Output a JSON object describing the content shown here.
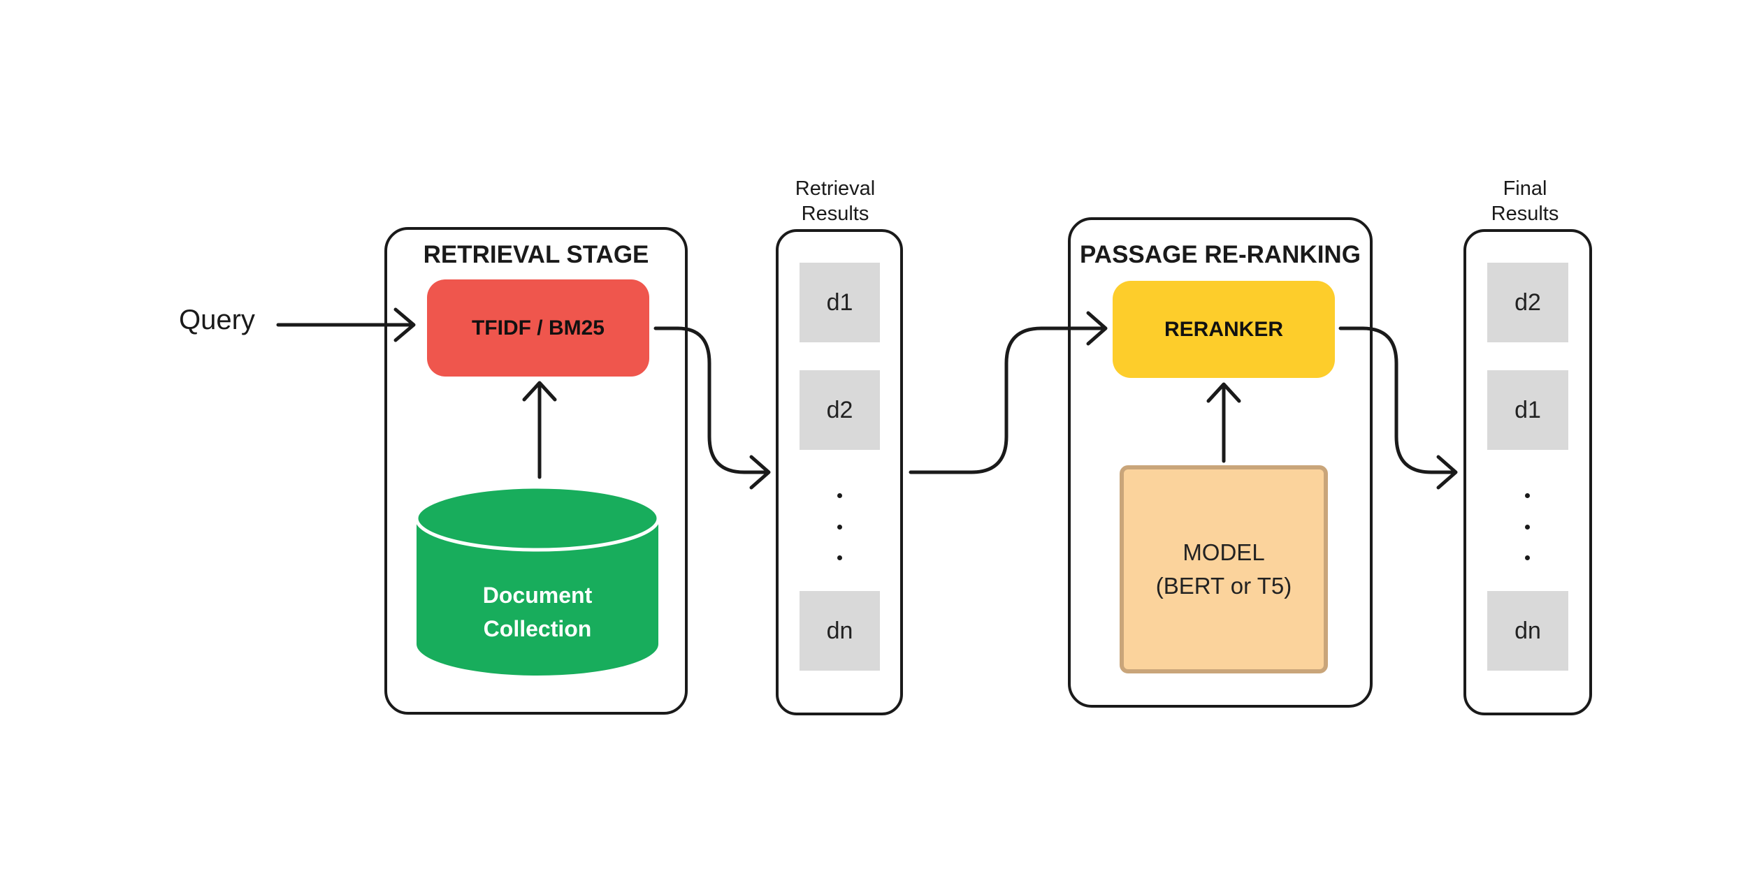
{
  "query_label": "Query",
  "retrieval_stage": {
    "title": "RETRIEVAL STAGE",
    "retriever_label": "TFIDF / BM25",
    "collection_line1": "Document",
    "collection_line2": "Collection"
  },
  "retrieval_results": {
    "caption_line1": "Retrieval",
    "caption_line2": "Results",
    "items": [
      "d1",
      "d2",
      "dn"
    ]
  },
  "reranking_stage": {
    "title": "PASSAGE RE-RANKING",
    "reranker_label": "RERANKER",
    "model_line1": "MODEL",
    "model_line2": "(BERT or T5)"
  },
  "final_results": {
    "caption_line1": "Final",
    "caption_line2": "Results",
    "items": [
      "d2",
      "d1",
      "dn"
    ]
  },
  "colors": {
    "retriever": "#ef564d",
    "collection": "#18ad5c",
    "reranker": "#fdcd2b",
    "model_fill": "#fbd39c",
    "model_border": "#c9a57a",
    "doc_fill": "#d9d9d9",
    "stroke": "#1a1a1a"
  }
}
